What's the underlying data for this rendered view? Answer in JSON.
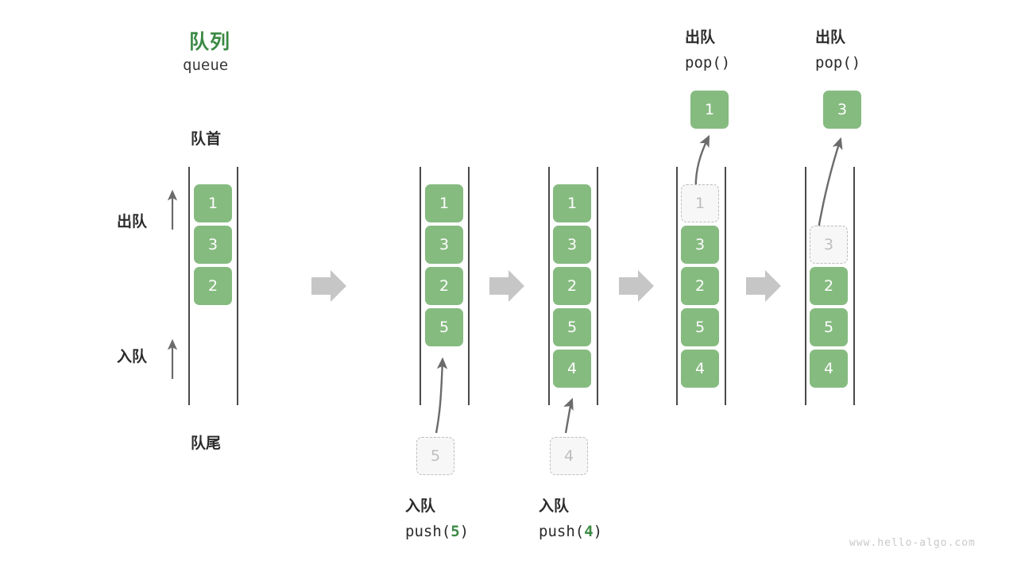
{
  "meta": {
    "watermark": "www.hello-algo.com",
    "accent_green": "#3c8a45",
    "cell_green": "#86bb80",
    "ghost_gray": "#bdbdbd",
    "arrow_gray": "#c6c6c6",
    "rail_dark": "#4a4a4a"
  },
  "header": {
    "title_cn": "队列",
    "title_en": "queue",
    "front_label": "队首",
    "rear_label": "队尾",
    "dequeue_axis_label": "出队",
    "enqueue_axis_label": "入队"
  },
  "operations": {
    "push_cn": "入队",
    "pop_cn": "出队",
    "push_5_code_prefix": "push(",
    "push_5_code_arg": "5",
    "push_5_code_suffix": ")",
    "push_4_code_prefix": "push(",
    "push_4_code_arg": "4",
    "push_4_code_suffix": ")",
    "pop_code": "pop()"
  },
  "states": [
    {
      "id": "state-initial",
      "cells": [
        "1",
        "3",
        "2"
      ],
      "ghost_index": -1,
      "incoming": null,
      "popped": null
    },
    {
      "id": "state-after-push-5",
      "cells": [
        "1",
        "3",
        "2",
        "5"
      ],
      "ghost_index": -1,
      "incoming": "5",
      "popped": null
    },
    {
      "id": "state-after-push-4",
      "cells": [
        "1",
        "3",
        "2",
        "5",
        "4"
      ],
      "ghost_index": -1,
      "incoming": "4",
      "popped": null
    },
    {
      "id": "state-popping-1",
      "cells": [
        "1",
        "3",
        "2",
        "5",
        "4"
      ],
      "ghost_index": 0,
      "incoming": null,
      "popped": "1"
    },
    {
      "id": "state-popping-3",
      "cells": [
        "3",
        "2",
        "5",
        "4"
      ],
      "ghost_index": 0,
      "incoming": null,
      "popped": "3"
    }
  ],
  "flow_arrows": 4
}
